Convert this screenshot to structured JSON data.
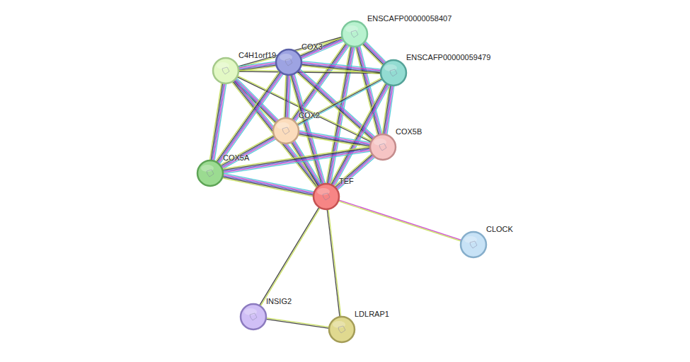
{
  "diagram": {
    "nodes": [
      {
        "text": [
          "ENSCAFP00000058407"
        ]
      },
      {
        "text": [
          "C4H1orf19"
        ]
      },
      {
        "text": [
          "COX3"
        ]
      },
      {
        "text": [
          "ENSCAFP00000059479"
        ]
      },
      {
        "text": [
          "COX2"
        ]
      },
      {
        "text": [
          "COX5B"
        ]
      },
      {
        "text": [
          "COX5A"
        ]
      },
      {
        "text": [
          "TEF"
        ]
      },
      {
        "text": [
          "CLOCK"
        ]
      },
      {
        "text": [
          "INSIG2"
        ]
      },
      {
        "text": [
          "LDLRAP1"
        ]
      }
    ],
    "edges": [
      {
        "from": 0,
        "to": 2,
        "arrow": "none"
      },
      {
        "from": 0,
        "to": 3,
        "arrow": "none"
      },
      {
        "from": 0,
        "to": 4,
        "arrow": "none"
      },
      {
        "from": 0,
        "to": 5,
        "arrow": "none"
      },
      {
        "from": 0,
        "to": 7,
        "arrow": "none"
      },
      {
        "from": 0,
        "to": 1,
        "arrow": "none"
      },
      {
        "from": 1,
        "to": 2,
        "arrow": "none"
      },
      {
        "from": 1,
        "to": 3,
        "arrow": "none"
      },
      {
        "from": 1,
        "to": 4,
        "arrow": "none"
      },
      {
        "from": 1,
        "to": 5,
        "arrow": "none"
      },
      {
        "from": 1,
        "to": 6,
        "arrow": "none"
      },
      {
        "from": 1,
        "to": 7,
        "arrow": "none"
      },
      {
        "from": 2,
        "to": 3,
        "arrow": "none"
      },
      {
        "from": 2,
        "to": 4,
        "arrow": "none"
      },
      {
        "from": 2,
        "to": 5,
        "arrow": "none"
      },
      {
        "from": 2,
        "to": 6,
        "arrow": "none"
      },
      {
        "from": 2,
        "to": 7,
        "arrow": "none"
      },
      {
        "from": 3,
        "to": 4,
        "arrow": "none"
      },
      {
        "from": 3,
        "to": 5,
        "arrow": "none"
      },
      {
        "from": 3,
        "to": 7,
        "arrow": "none"
      },
      {
        "from": 4,
        "to": 5,
        "arrow": "none"
      },
      {
        "from": 4,
        "to": 6,
        "arrow": "none"
      },
      {
        "from": 4,
        "to": 7,
        "arrow": "none"
      },
      {
        "from": 5,
        "to": 6,
        "arrow": "none"
      },
      {
        "from": 5,
        "to": 7,
        "arrow": "none"
      },
      {
        "from": 6,
        "to": 7,
        "arrow": "none"
      },
      {
        "from": 7,
        "to": 8,
        "arrow": "none"
      },
      {
        "from": 7,
        "to": 9,
        "arrow": "none"
      },
      {
        "from": 7,
        "to": 10,
        "arrow": "none"
      },
      {
        "from": 9,
        "to": 10,
        "arrow": "none"
      }
    ]
  }
}
